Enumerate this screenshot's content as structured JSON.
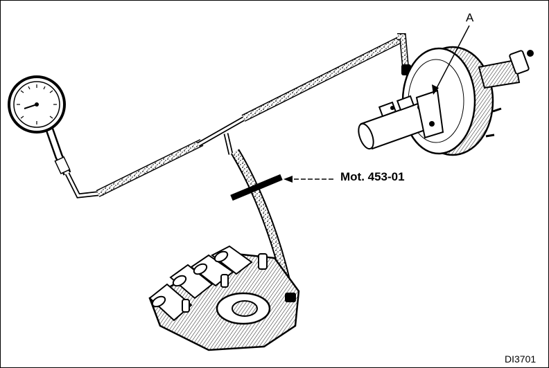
{
  "labels": {
    "callout_a": "A",
    "tool_ref": "Mot. 453-01",
    "figure_ref": "DI3701"
  },
  "components": [
    {
      "name": "vacuum-gauge-icon"
    },
    {
      "name": "brake-servo-icon"
    },
    {
      "name": "master-cylinder-icon"
    },
    {
      "name": "intake-manifold-icon"
    },
    {
      "name": "hose-clamp-icon"
    }
  ],
  "colors": {
    "ink": "#000000",
    "background": "#ffffff"
  }
}
